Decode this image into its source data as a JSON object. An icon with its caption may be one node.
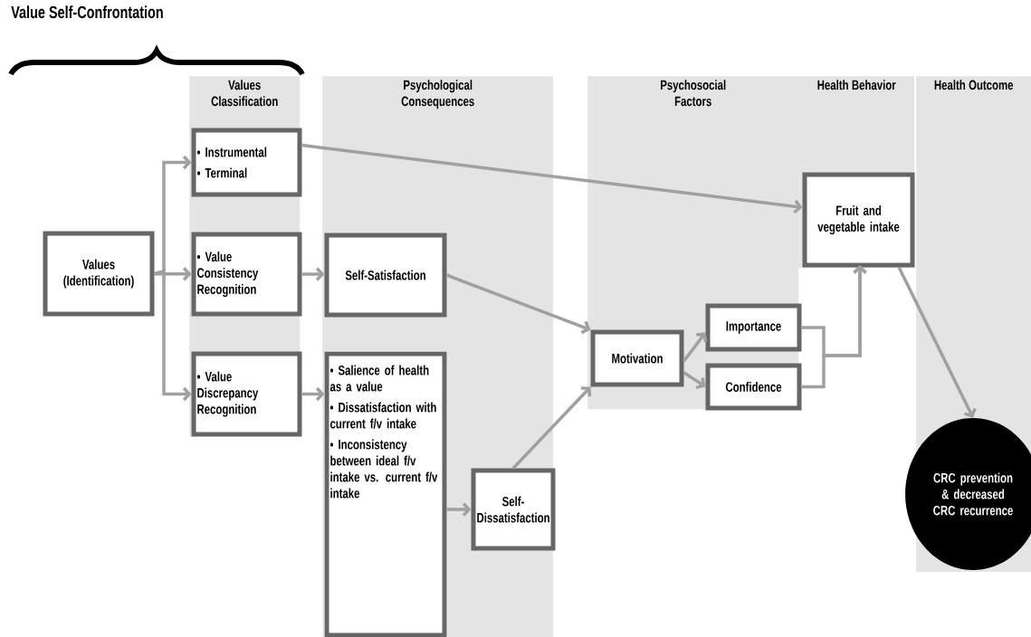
{
  "diagram": {
    "nodes": [
      {
        "text": [
          "Values Classification"
        ]
      },
      {
        "text": [
          "Psychological Consequences"
        ]
      },
      {
        "text": [
          "Psychosocial Factors"
        ]
      },
      {
        "text": [
          "Health Behavior"
        ]
      },
      {
        "text": [
          "Health Outcome"
        ]
      },
      {
        "text": [
          "Values (Identification)"
        ]
      },
      {
        "text": [
          "• Instrumental",
          "• Terminal"
        ],
        "in": 0
      },
      {
        "text": [
          "• Value Consistency Recognition"
        ],
        "in": 0
      },
      {
        "text": [
          "• Value Discrepancy Recognition"
        ],
        "in": 0
      },
      {
        "text": [
          "Self-Satisfaction"
        ],
        "in": 1
      },
      {
        "text": [
          "• Salience of health as a value",
          "• Dissatisfaction with current f/v intake",
          "• Inconsistency between ideal f/v intake vs. current f/v intake"
        ],
        "in": 1
      },
      {
        "text": [
          "Self-Dissatisfaction"
        ],
        "in": 1
      },
      {
        "text": [
          "Motivation"
        ],
        "in": 2
      },
      {
        "text": [
          "Importance"
        ],
        "in": 2
      },
      {
        "text": [
          "Confidence"
        ],
        "in": 2
      },
      {
        "text": [
          "Fruit and vegetable intake"
        ],
        "in": 3
      },
      {
        "text": [
          "CRC prevention & decreased CRC recurrence"
        ],
        "in": 4
      }
    ],
    "edges": [
      {
        "from": 5,
        "to": 6,
        "arrow": "to"
      },
      {
        "from": 5,
        "to": 7,
        "arrow": "to"
      },
      {
        "from": 5,
        "to": 8,
        "arrow": "to"
      },
      {
        "from": 6,
        "to": 15,
        "arrow": "to"
      },
      {
        "from": 7,
        "to": 9,
        "arrow": "to"
      },
      {
        "from": 8,
        "to": 10,
        "arrow": "to"
      },
      {
        "from": 10,
        "to": 11,
        "arrow": "to"
      },
      {
        "from": 9,
        "to": 12,
        "arrow": "to"
      },
      {
        "from": 11,
        "to": 12,
        "arrow": "to"
      },
      {
        "from": 12,
        "to": 13,
        "arrow": "to"
      },
      {
        "from": 12,
        "to": 14,
        "arrow": "to"
      },
      {
        "from": 13,
        "to": 15,
        "arrow": "to"
      },
      {
        "from": 14,
        "to": 15,
        "arrow": "to"
      },
      {
        "from": 15,
        "to": 16,
        "arrow": "to"
      }
    ],
    "labels": [
      "Value Self-Confrontation"
    ]
  }
}
